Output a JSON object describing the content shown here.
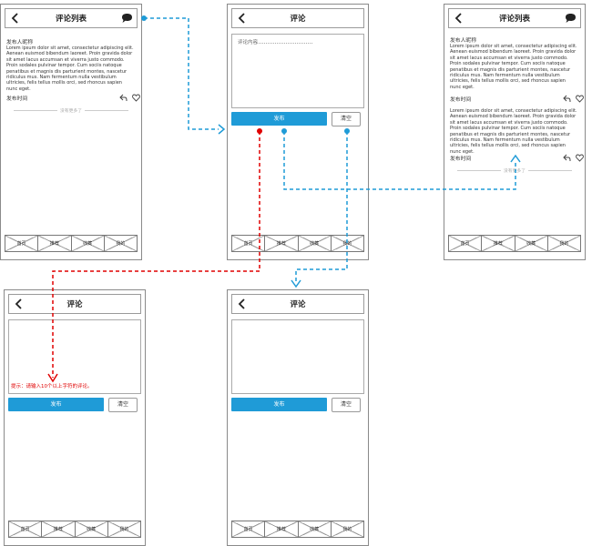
{
  "colors": {
    "accent": "#1f9bd7",
    "error": "#e00000",
    "connector_red": "#e00000",
    "connector_blue": "#1f9bd7"
  },
  "texts": {
    "list_title": "评论列表",
    "comment_title": "评论",
    "author": "发布人昵称",
    "time": "发布时间",
    "body": "Lorem ipsum dolor sit amet, consectetur adipiscing elit. Aenean euismod bibendum laoreet. Proin gravida dolor sit amet lacus accumsan et viverra justo commodo. Proin sodales pulvinar tempor. Cum sociis natoque penatibus et magnis dis parturient montes, nascetur ridiculus mus. Nam fermentum nulla vestibulum ultricies, felis tellus mollis orci, sed rhoncus sapien nunc eget.",
    "no_more": "没有更多了",
    "placeholder": "评论内容",
    "submit": "发布",
    "clear": "清空",
    "error": "提示：请输入10个以上字符的评论。",
    "tabs": [
      "首页",
      "推荐",
      "收藏",
      "我的"
    ]
  },
  "icons": [
    "back-arrow-icon",
    "chat-bubble-icon",
    "reply-icon",
    "heart-icon"
  ]
}
